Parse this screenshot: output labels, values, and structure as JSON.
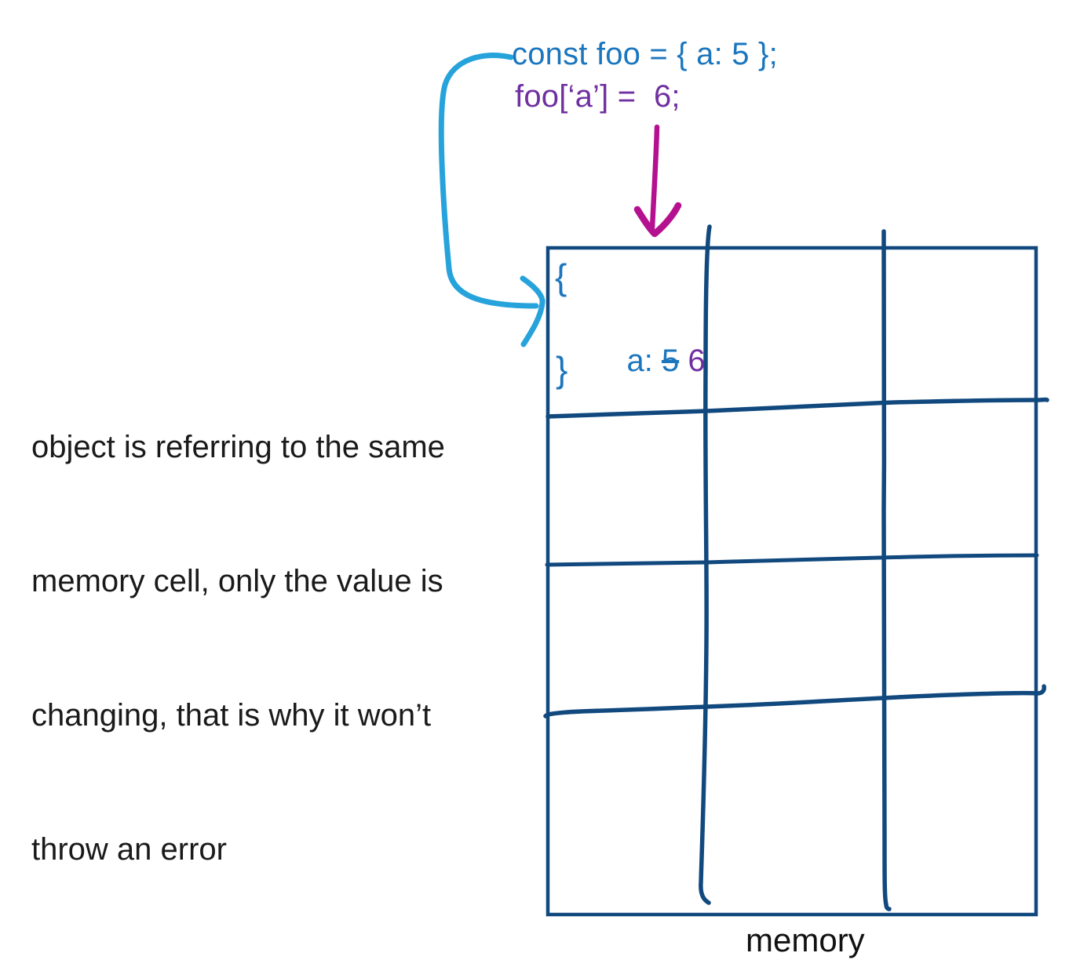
{
  "diagram": {
    "code": {
      "line1": "const foo = { a: 5 };",
      "line2": "foo[‘a’] =  6;"
    },
    "note": {
      "lines": [
        "object is referring to the same",
        "memory cell, only the value is",
        "changing, that is why it won’t",
        "throw an error"
      ]
    },
    "memory_cell": {
      "open_brace": "{",
      "key": "a: ",
      "old_value": "5",
      "separator": " ",
      "new_value": "6",
      "close_brace": "}"
    },
    "memory_label": "memory",
    "icons": {
      "reference_arrow": "curved-cyan-arrow-pointing-to-cell",
      "assignment_arrow": "magenta-down-arrow"
    }
  },
  "colors": {
    "grid_blue": "#11497E",
    "code_blue": "#1B76BD",
    "value_purple": "#7030A0",
    "arrow_cyan": "#27A3DB",
    "arrow_magenta": "#B5108F",
    "text_black": "#1a1a1a"
  }
}
